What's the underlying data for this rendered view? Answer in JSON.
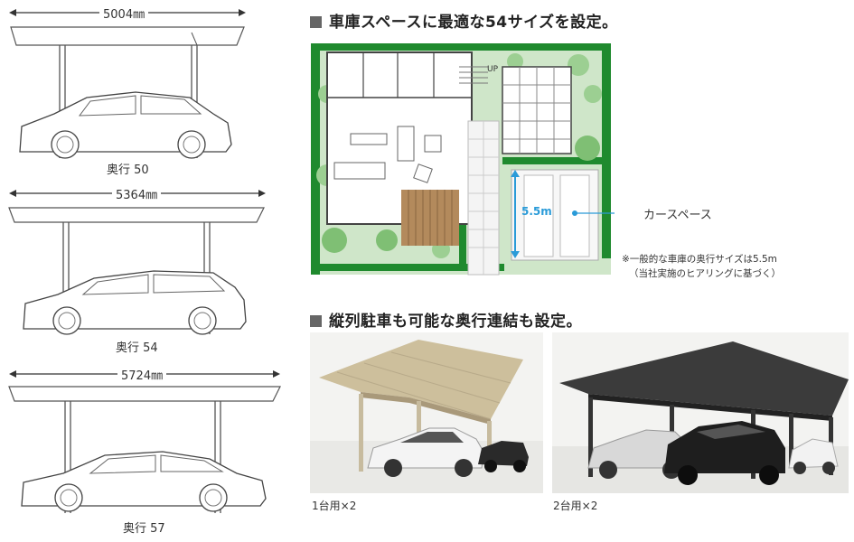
{
  "left_panel": {
    "carports": [
      {
        "dimension": "5004㎜",
        "label": "奥行 50"
      },
      {
        "dimension": "5364㎜",
        "label": "奥行 54"
      },
      {
        "dimension": "5724㎜",
        "label": "奥行 57"
      }
    ]
  },
  "section1": {
    "heading": "車庫スペースに最適な54サイズを設定。",
    "plan_up_label": "UP",
    "depth_label": "5.5m",
    "carspace_label": "カースペース",
    "note_line1": "※一般的な車庫の奥行サイズは5.5m",
    "note_line2": "（当社実施のヒアリングに基づく）"
  },
  "section2": {
    "heading": "縦列駐車も可能な奥行連結も設定。",
    "photo1_caption": "1台用×2",
    "photo2_caption": "2台用×2"
  },
  "colors": {
    "hedge_green": "#1f8a2e",
    "lawn_green": "#c9e3c4",
    "accent_blue": "#2a9bd8",
    "deck_wood": "#b38a5c",
    "roof_beige": "#cdbf9c",
    "roof_dark": "#3b3b3b"
  }
}
